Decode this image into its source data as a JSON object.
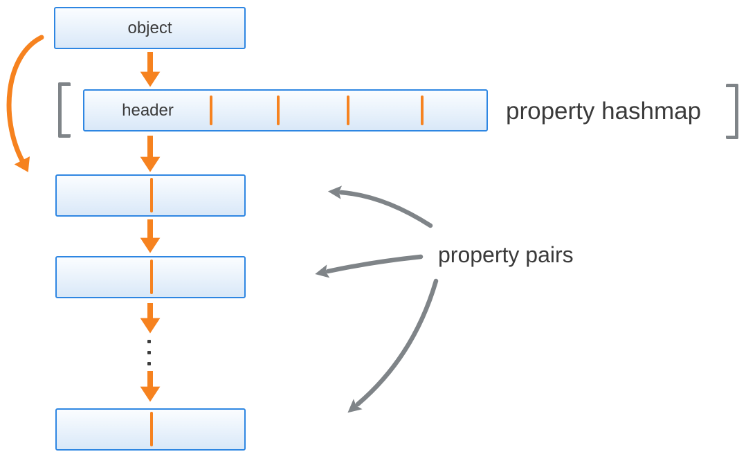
{
  "diagram": {
    "object_label": "object",
    "header_label": "header",
    "hashmap_label": "property hashmap",
    "pairs_label": "property pairs"
  },
  "colors": {
    "box_border": "#2E86E2",
    "box_fill_top": "#FBFDFF",
    "box_fill_bottom": "#D9E8F8",
    "arrow_orange": "#F6821F",
    "arrow_gray": "#7F8488",
    "text_dark": "#3A3A3A"
  }
}
